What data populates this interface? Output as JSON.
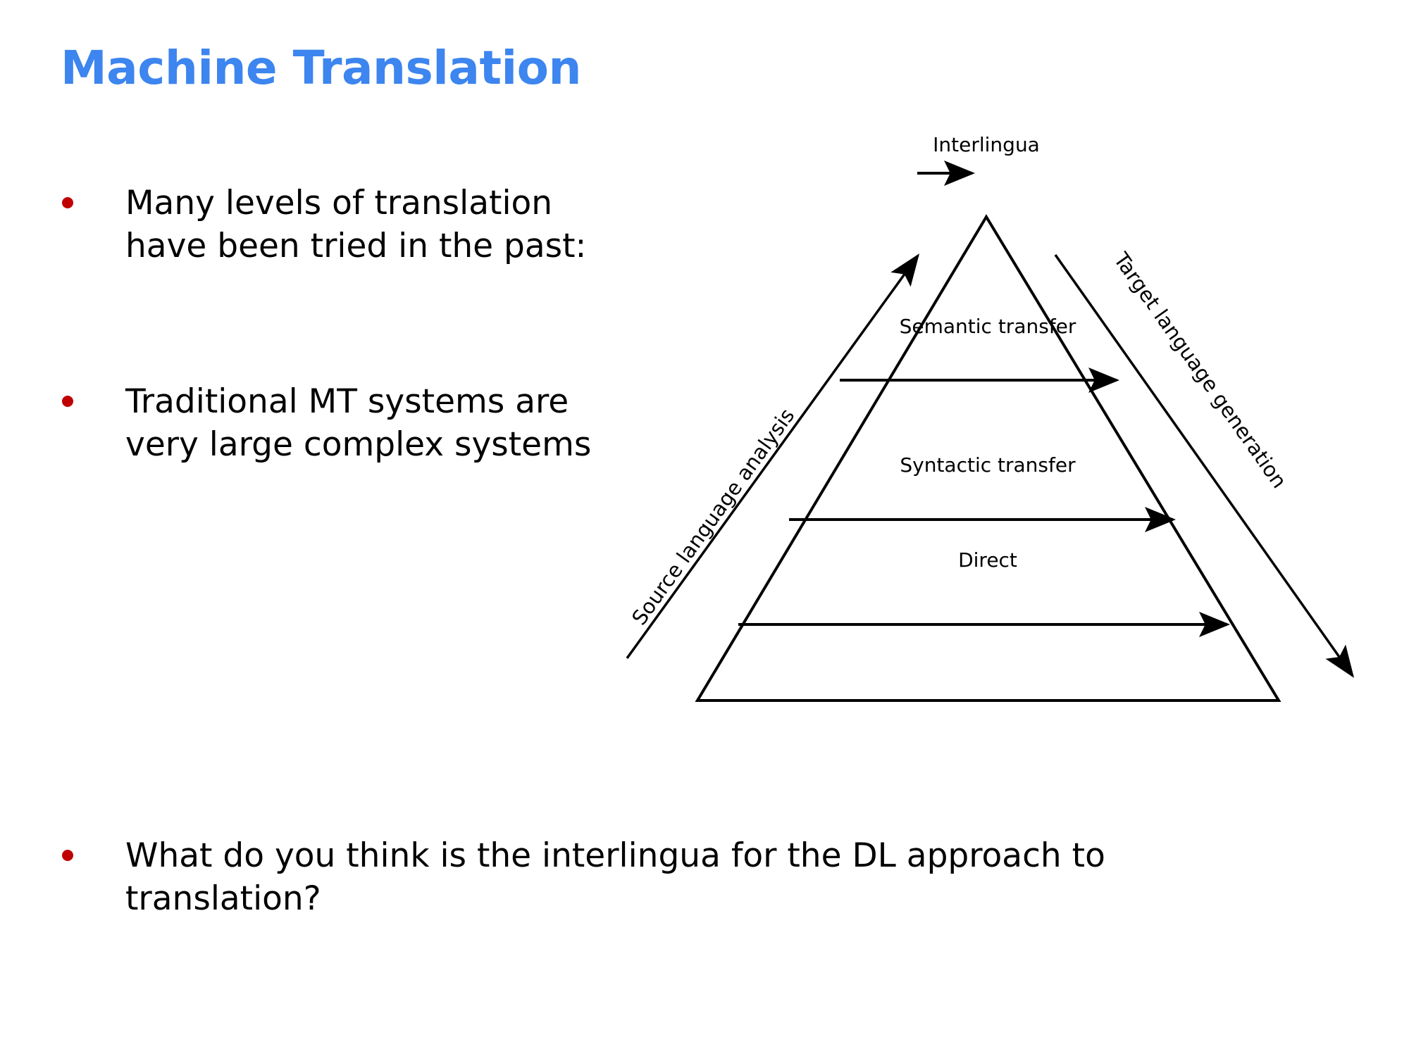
{
  "slide": {
    "title": "Machine Translation",
    "title_color": "#3d85ef",
    "bullet_color": "#c00000",
    "background": "#ffffff",
    "text_color": "#000000"
  },
  "bullets": [
    {
      "text": "Many levels of translation\nhave been tried in the past:"
    },
    {
      "text": "Traditional MT systems are\nvery large complex systems"
    },
    {
      "text": "What do you think is the interlingua for the DL approach to\ntranslation?"
    }
  ],
  "diagram": {
    "name": "vauquois-triangle",
    "apex_label": "Interlingua",
    "left_side_label": "Source language analysis",
    "right_side_label": "Target language generation",
    "levels": [
      {
        "label": "Semantic transfer"
      },
      {
        "label": "Syntactic transfer"
      },
      {
        "label": "Direct"
      }
    ],
    "stroke_color": "#000000"
  }
}
